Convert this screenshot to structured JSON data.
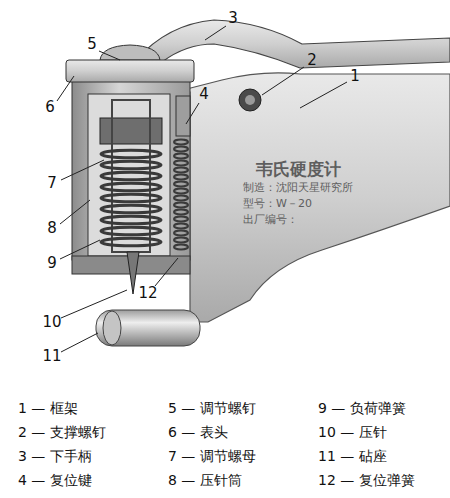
{
  "diagram": {
    "labels": [
      "3",
      "5",
      "2",
      "1",
      "6",
      "4",
      "7",
      "8",
      "9",
      "12",
      "10",
      "11",
      "韦氏硬度计",
      "制造：沈阳天星研究所",
      "型号：W－20",
      "出厂编号：",
      "1 — 框架",
      "5 — 调节螺钉",
      "9 — 负荷弹簧",
      "2 — 支撑螺钉",
      "6 — 表头",
      "10 — 压针",
      "3 — 下手柄",
      "7 — 调节螺母",
      "11 — 砧座",
      "4 — 复位键",
      "8 — 压针筒",
      "12 — 复位弹簧"
    ]
  }
}
